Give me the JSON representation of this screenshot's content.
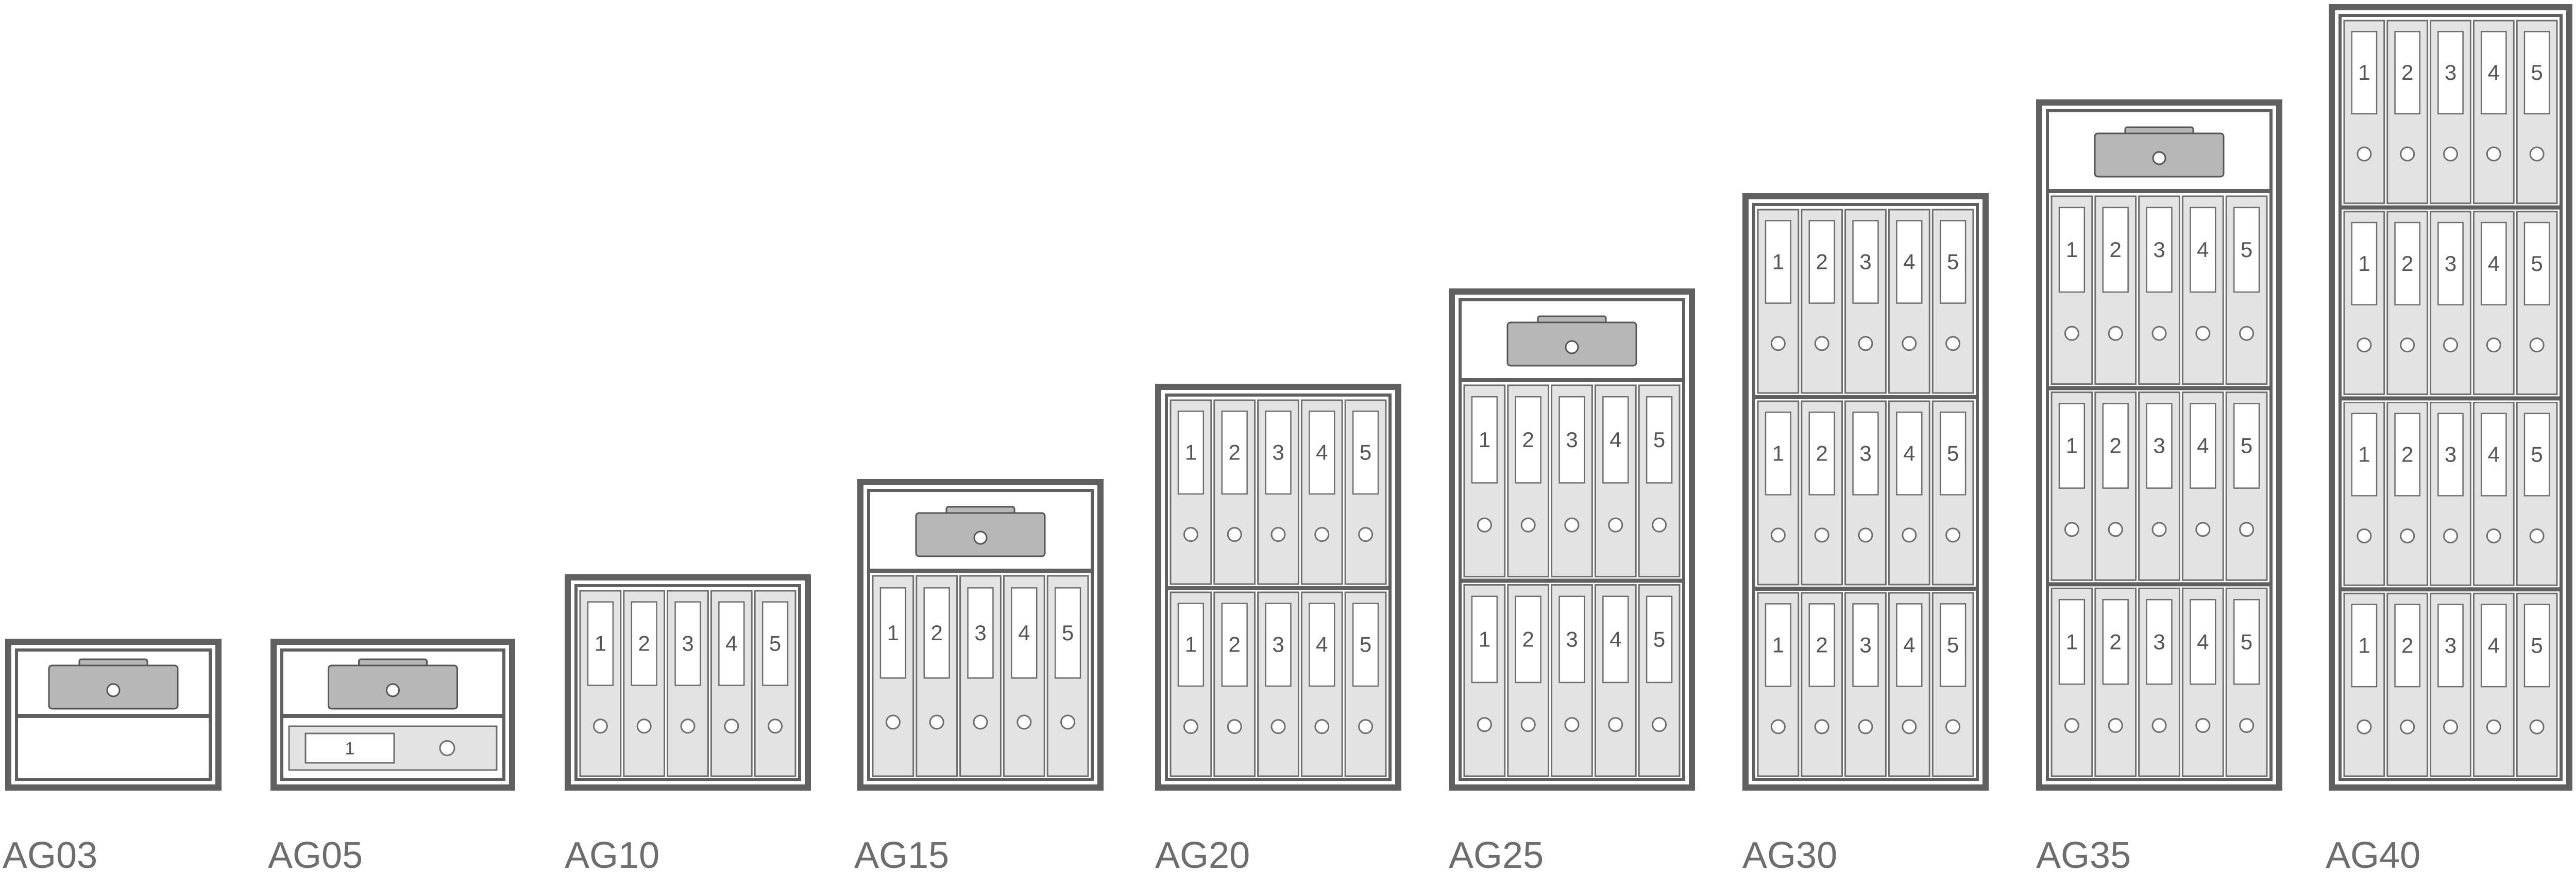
{
  "safes": [
    {
      "model": "AG03",
      "cash_box": true,
      "drawer": "empty",
      "binder_rows": 0,
      "binder_labels": []
    },
    {
      "model": "AG05",
      "cash_box": true,
      "drawer": "inner-safe",
      "drawer_glyph": "1",
      "binder_rows": 0,
      "binder_labels": []
    },
    {
      "model": "AG10",
      "cash_box": false,
      "drawer": "none",
      "binder_rows": 1,
      "binder_labels": [
        "1",
        "2",
        "3",
        "4",
        "5"
      ]
    },
    {
      "model": "AG15",
      "cash_box": true,
      "drawer": "none",
      "binder_rows": 1,
      "binder_labels": [
        "1",
        "2",
        "3",
        "4",
        "5"
      ]
    },
    {
      "model": "AG20",
      "cash_box": false,
      "drawer": "none",
      "binder_rows": 2,
      "binder_labels": [
        "1",
        "2",
        "3",
        "4",
        "5"
      ]
    },
    {
      "model": "AG25",
      "cash_box": true,
      "drawer": "none",
      "binder_rows": 2,
      "binder_labels": [
        "1",
        "2",
        "3",
        "4",
        "5"
      ]
    },
    {
      "model": "AG30",
      "cash_box": false,
      "drawer": "none",
      "binder_rows": 3,
      "binder_labels": [
        "1",
        "2",
        "3",
        "4",
        "5"
      ]
    },
    {
      "model": "AG35",
      "cash_box": true,
      "drawer": "none",
      "binder_rows": 3,
      "binder_labels": [
        "1",
        "2",
        "3",
        "4",
        "5"
      ]
    },
    {
      "model": "AG40",
      "cash_box": false,
      "drawer": "none",
      "binder_rows": 4,
      "binder_labels": [
        "1",
        "2",
        "3",
        "4",
        "5"
      ]
    }
  ],
  "colors": {
    "frame": "#606060",
    "interior": "#ffffff",
    "binder_fill": "#e3e3e3",
    "binder_stroke": "#6e6e6e",
    "label_fill": "#ffffff",
    "box_fill": "#b7b7b7",
    "box_stroke": "#555555",
    "model_text": "#6d6d6d",
    "digit_text": "#555555"
  }
}
